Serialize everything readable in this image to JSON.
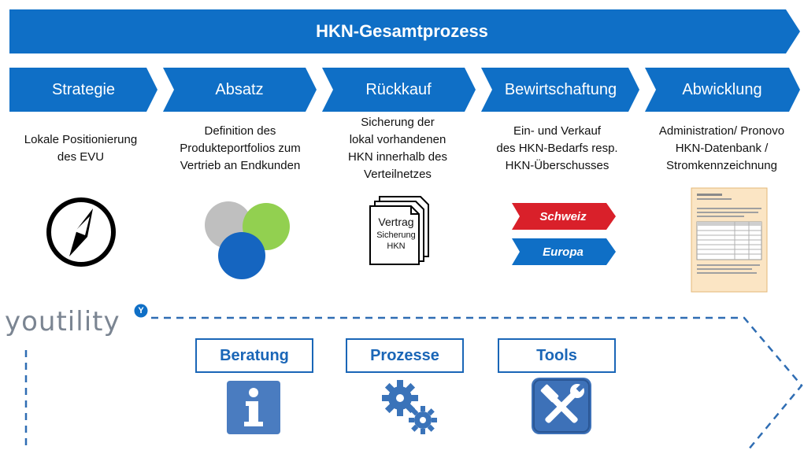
{
  "title": "HKN-Gesamtprozess",
  "phases": [
    {
      "label": "Strategie",
      "desc": [
        "Lokale Positionierung",
        "des EVU"
      ]
    },
    {
      "label": "Absatz",
      "desc": [
        "Definition des",
        "Produkteportfolios zum",
        "Vertrieb an Endkunden"
      ]
    },
    {
      "label": "Rückkauf",
      "desc": [
        "Sicherung der",
        "lokal vorhandenen",
        "HKN innerhalb des",
        "Verteilnetzes"
      ]
    },
    {
      "label": "Bewirtschaftung",
      "desc": [
        "Ein- und Verkauf",
        "des  HKN-Bedarfs resp.",
        "HKN-Überschusses"
      ]
    },
    {
      "label": "Abwicklung",
      "desc": [
        "Administration/ Pronovo",
        "HKN-Datenbank /",
        "Stromkennzeichnung"
      ]
    }
  ],
  "contract": {
    "line1": "Vertrag",
    "line2": "Sicherung",
    "line3": "HKN"
  },
  "markets": [
    "Schweiz",
    "Europa"
  ],
  "brand": {
    "name": "youtility",
    "badge": "Y"
  },
  "services": [
    "Beratung",
    "Prozesse",
    "Tools"
  ],
  "icons": [
    "compass-icon",
    "venn-circles-icon",
    "contract-documents-icon",
    "certificate-document-icon",
    "info-icon",
    "gears-icon",
    "tools-icon"
  ],
  "colors": {
    "primary": "#0f6fc6",
    "swiss_red": "#d9202a",
    "green": "#92d050",
    "gray": "#bfbfbf",
    "dark_blue": "#1565c0",
    "brand_gray": "#7b8592"
  }
}
